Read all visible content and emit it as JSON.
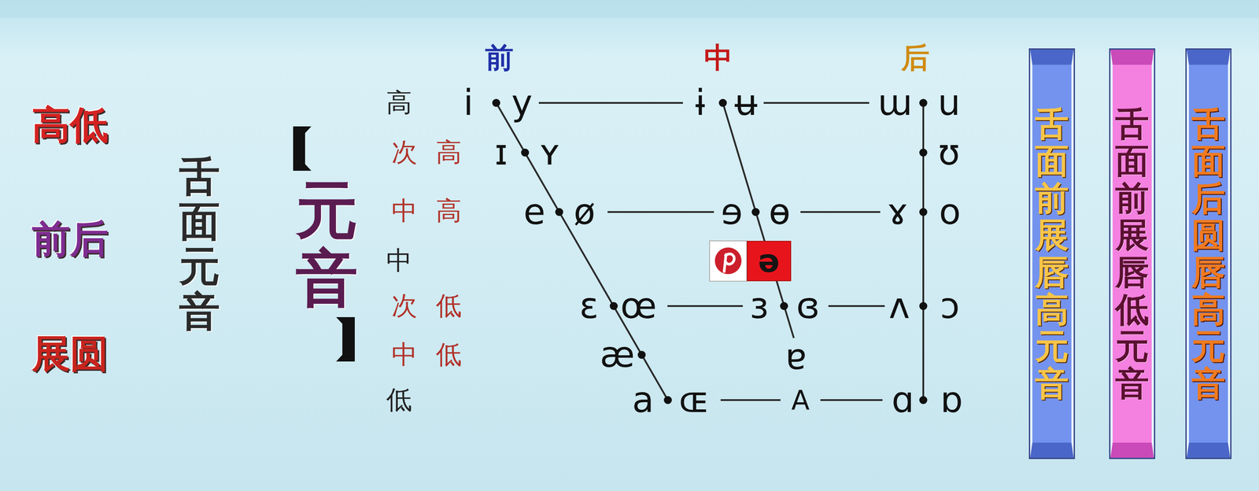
{
  "diagram": {
    "nodes": [
      {
        "text": [
          "ə"
        ]
      },
      {
        "text": [
          "舌面前展唇高元音"
        ]
      },
      {
        "text": [
          "舌面前展唇低元音"
        ]
      },
      {
        "text": [
          "舌面后圆唇高元音"
        ]
      }
    ],
    "labels": [
      "高低",
      "前后",
      "展圆",
      "舌面元音",
      "元音",
      "前",
      "中",
      "后",
      "高",
      "次高",
      "中高",
      "中",
      "次低",
      "中低",
      "低",
      "i",
      "y",
      "ɪ",
      "ʏ",
      "e",
      "ø",
      "ɛ",
      "œ",
      "æ",
      "a",
      "ɶ",
      "ɨ",
      "ʉ",
      "ɘ",
      "ɵ",
      "ɜ",
      "ɞ",
      "ɐ",
      "ɯ",
      "u",
      "ʊ",
      "ɤ",
      "o",
      "ʌ",
      "ɔ",
      "ɑ",
      "ɒ",
      "A"
    ]
  }
}
